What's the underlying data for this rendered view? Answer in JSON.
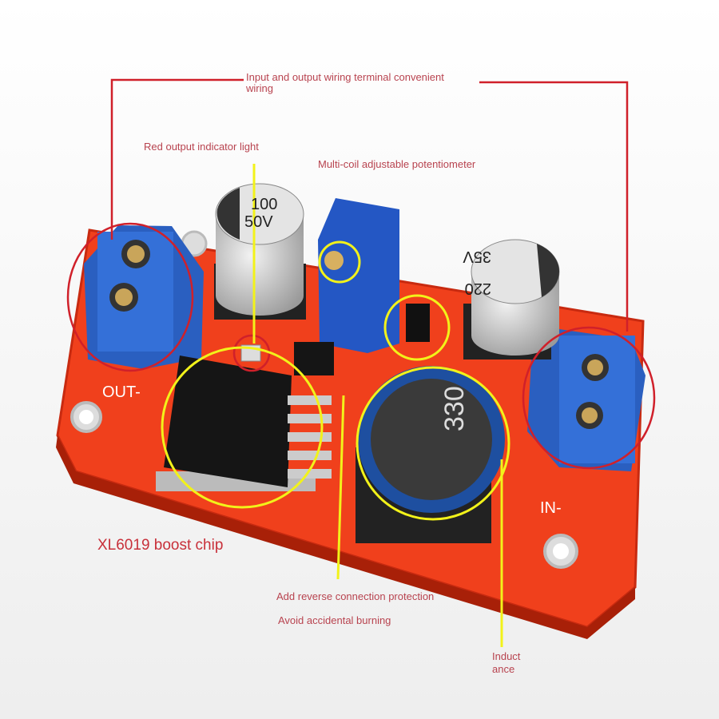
{
  "annotations": {
    "terminals_line1": "Input and output wiring terminal convenient",
    "terminals_line2": "wiring",
    "indicator": "Red output indicator light",
    "potentiometer": "Multi-coil adjustable potentiometer",
    "chip": "XL6019 boost chip",
    "protection": "Add reverse connection protection",
    "burning": "Avoid accidental burning",
    "inductance_line1": "Induct",
    "inductance_line2": "ance"
  },
  "board_markings": {
    "out": "OUT-",
    "in": "IN-",
    "cap1_line1": "100",
    "cap1_line2": "50V",
    "cap2_line1": "220",
    "cap2_line2": "35V",
    "inductor": "330"
  },
  "colors": {
    "pcb": "#f0401c",
    "terminal": "#2a5fc0",
    "annotation_red": "#d0202a",
    "annotation_yellow": "#f2f21a"
  }
}
